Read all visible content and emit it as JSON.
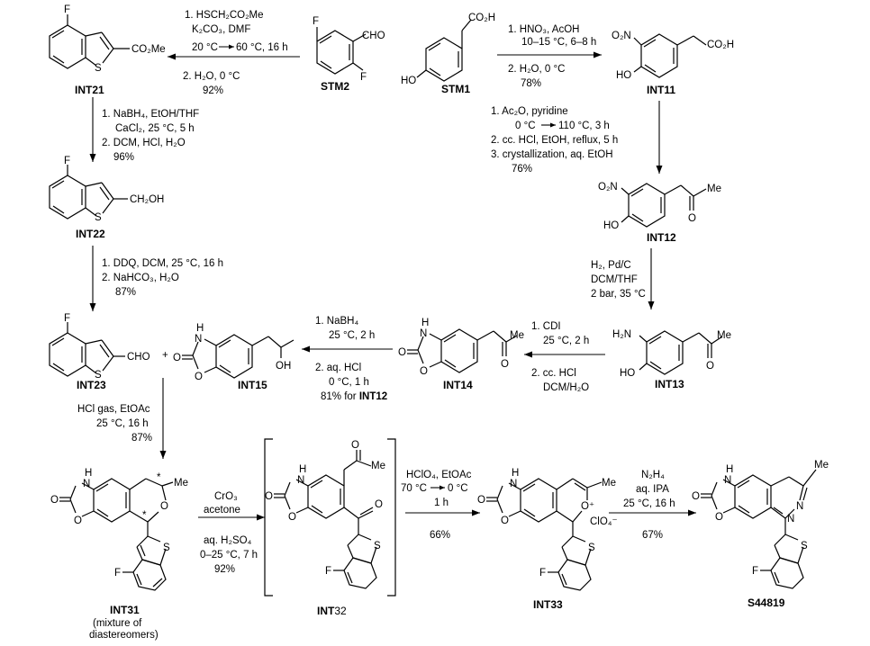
{
  "compounds": {
    "int21": "INT21",
    "stm2": "STM2",
    "stm1": "STM1",
    "int11": "INT11",
    "int22": "INT22",
    "int12": "INT12",
    "int23": "INT23",
    "int15": "INT15",
    "int14": "INT14",
    "int13": "INT13",
    "int31": "INT31",
    "int31_note1": "(mixture of",
    "int31_note2": "diastereomers)",
    "int32": "INT32",
    "int33": "INT33",
    "s44819": "S44819"
  },
  "steps": {
    "stm2_to_int21": [
      "1. HSCH₂CO₂Me",
      "K₂CO₃, DMF",
      "20 °C",
      "60 °C, 16 h",
      "2. H₂O, 0 °C",
      "92%"
    ],
    "stm1_to_int11": [
      "1. HNO₃, AcOH",
      "10–15 °C, 6–8 h",
      "2. H₂O, 0 °C",
      "78%"
    ],
    "int21_to_int22": [
      "1. NaBH₄, EtOH/THF",
      "CaCl₂, 25 °C, 5 h",
      "2. DCM, HCl, H₂O",
      "96%"
    ],
    "int11_to_int12": [
      "1. Ac₂O, pyridine",
      "0 °C",
      "110 °C, 3 h",
      "2. cc. HCl, EtOH, reflux, 5 h",
      "3. crystallization, aq. EtOH",
      "76%"
    ],
    "int22_to_int23": [
      "1. DDQ, DCM, 25 °C, 16 h",
      "2. NaHCO₃, H₂O",
      "87%"
    ],
    "int12_to_int13": [
      "H₂, Pd/C",
      "DCM/THF",
      "2 bar, 35 °C"
    ],
    "int14_to_int15": [
      "1. NaBH₄",
      "25 °C, 2 h",
      "2. aq. HCl",
      "0 °C, 1 h",
      "81% for ",
      "INT12"
    ],
    "int13_to_int14": [
      "1. CDI",
      "25 °C, 2 h",
      "2. cc. HCl",
      "DCM/H₂O"
    ],
    "int23_to_int31": [
      "HCl gas, EtOAc",
      "25 °C, 16 h",
      "87%"
    ],
    "int31_to_int32": [
      "CrO₃",
      "acetone",
      "aq. H₂SO₄",
      "0–25 °C, 7 h",
      "92%"
    ],
    "int32_to_int33": [
      "HClO₄, EtOAc",
      "70 °C",
      "0 °C",
      "1 h",
      "66%"
    ],
    "int33_to_s44819": [
      "N₂H₄",
      "aq. IPA",
      "25 °C, 16 h",
      "67%"
    ]
  },
  "atoms": {
    "F": "F",
    "S": "S",
    "O": "O",
    "OH": "OH",
    "HO": "HO",
    "Me": "Me",
    "CHO": "CHO",
    "CO2Me": "CO₂Me",
    "CO2H": "CO₂H",
    "CH2OH": "CH₂OH",
    "O2N": "O₂N",
    "H2N": "H₂N",
    "NH": "H",
    "N": "N",
    "Nlbl": "N",
    "plus": "+",
    "Oplus": "O⁺",
    "ClO4": "ClO₄⁻",
    "star": "*",
    "Ominus": "O",
    "int32_prefix": "INT",
    "int32_suffix": "32"
  }
}
